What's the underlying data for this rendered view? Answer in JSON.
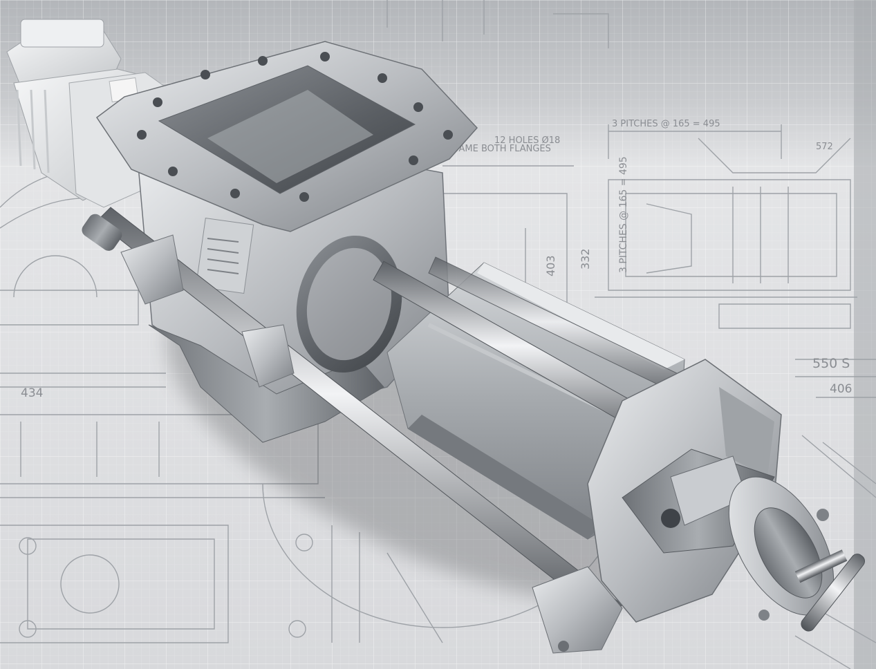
{
  "photo": {
    "subject": "stainless-steel-rotary-valve-with-drive-motor",
    "palette": {
      "grid_bg_top": "#b9bcc0",
      "grid_bg_bottom": "#e3e4e6",
      "line": "#9ea2a7",
      "steel_light": "#e9eaec",
      "steel_mid": "#b8bbbf",
      "steel_dark": "#6f7378",
      "motor_white": "#ecedef"
    }
  },
  "blueprint": {
    "annotations": {
      "pitches_top": "3 PITCHES @ 165 = 495",
      "holes_line1": "12 HOLES Ø18",
      "holes_line2": "SAME BOTH FLANGES",
      "dim_572": "572",
      "dim_403": "403",
      "dim_332": "332",
      "pitches_vertical": "3 PITCHES @ 165 = 495",
      "dim_434": "434",
      "dim_550": "550 S",
      "dim_406": "406"
    }
  }
}
